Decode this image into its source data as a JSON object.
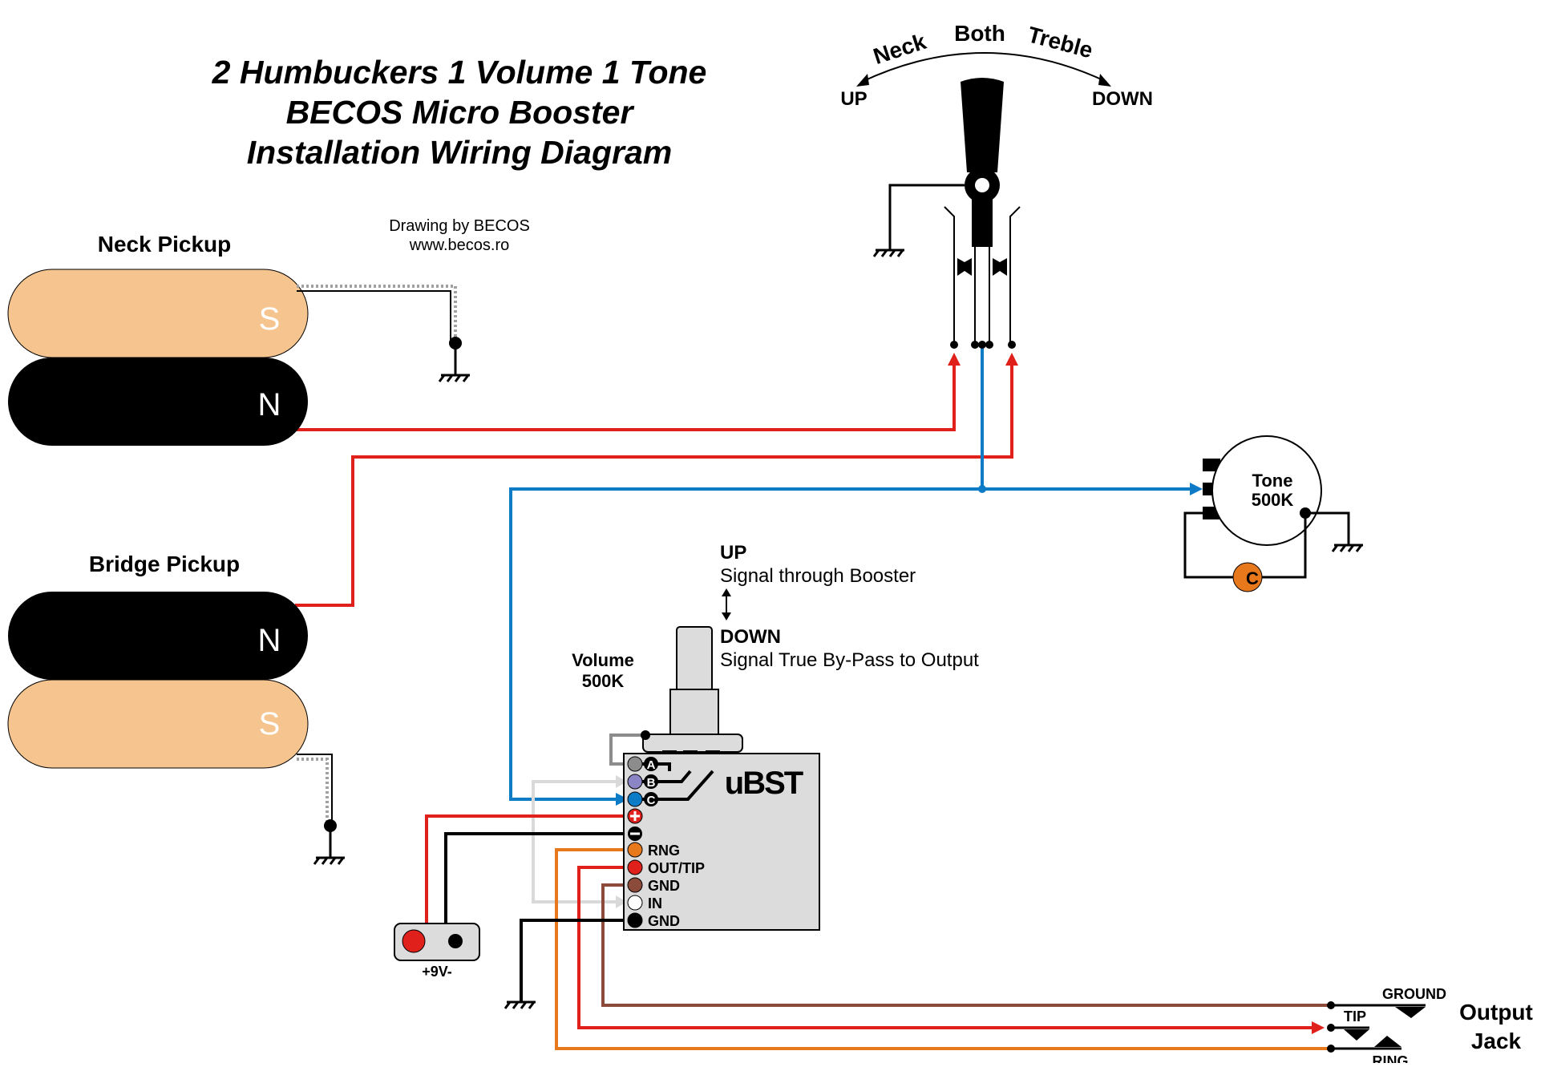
{
  "title": {
    "line1": "2 Humbuckers 1 Volume 1 Tone",
    "line2": "BECOS Micro Booster",
    "line3": "Installation Wiring Diagram"
  },
  "credit": {
    "line1": "Drawing by BECOS",
    "line2": "www.becos.ro"
  },
  "neck_pickup": {
    "label": "Neck Pickup",
    "coil_top": "S",
    "coil_bottom": "N"
  },
  "bridge_pickup": {
    "label": "Bridge Pickup",
    "coil_top": "N",
    "coil_bottom": "S"
  },
  "selector": {
    "pos_neck": "Neck",
    "pos_both": "Both",
    "pos_treble": "Treble",
    "up": "UP",
    "down": "DOWN"
  },
  "tone_pot": {
    "name": "Tone",
    "value": "500K",
    "cap_label": "C"
  },
  "volume_pot": {
    "name": "Volume",
    "value": "500K"
  },
  "booster_switch": {
    "up_title": "UP",
    "up_desc": "Signal through Booster",
    "down_title": "DOWN",
    "down_desc": "Signal True By-Pass to Output"
  },
  "ubst": {
    "name": "uBST",
    "pot_pins": [
      "A",
      "B",
      "C"
    ],
    "pins": [
      "RNG",
      "OUT/TIP",
      "GND",
      "IN",
      "GND"
    ]
  },
  "battery": {
    "label": "+9V-"
  },
  "output_jack": {
    "title_line1": "Output",
    "title_line2": "Jack",
    "ground": "GROUND",
    "tip": "TIP",
    "ring": "RING"
  },
  "colors": {
    "hot": "#e0211b",
    "signal": "#0d7bc6",
    "ground": "#000000",
    "ring": "#e8781c",
    "gnd_brown": "#8b4a3a",
    "input_white": "#d9d9d9",
    "pickup_cream": "#f5c48f",
    "pickup_black": "#000000",
    "board": "#dcdcdc",
    "capacitor": "#e8781c"
  }
}
